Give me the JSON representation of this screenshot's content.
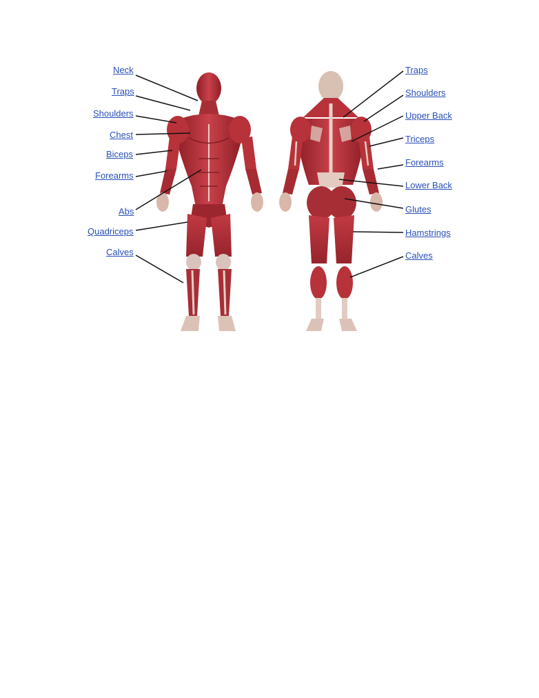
{
  "colors": {
    "link": "#2a4fb8",
    "muscle": "#b8323a",
    "muscle_dark": "#8f1f27",
    "tendon": "#e8cfc6",
    "skin": "#e9d4c4",
    "leader_line": "#111111"
  },
  "front_view": {
    "labels": [
      {
        "id": "neck",
        "text": "Neck"
      },
      {
        "id": "traps",
        "text": "Traps"
      },
      {
        "id": "shoulders",
        "text": "Shoulders"
      },
      {
        "id": "chest",
        "text": "Chest"
      },
      {
        "id": "biceps",
        "text": "Biceps"
      },
      {
        "id": "forearms",
        "text": "Forearms"
      },
      {
        "id": "abs",
        "text": "Abs"
      },
      {
        "id": "quadriceps",
        "text": "Quadriceps"
      },
      {
        "id": "calves",
        "text": "Calves"
      }
    ]
  },
  "back_view": {
    "labels": [
      {
        "id": "traps",
        "text": "Traps"
      },
      {
        "id": "shoulders",
        "text": "Shoulders"
      },
      {
        "id": "upper-back",
        "text": "Upper Back"
      },
      {
        "id": "triceps",
        "text": "Triceps"
      },
      {
        "id": "forearms",
        "text": "Forearms"
      },
      {
        "id": "lower-back",
        "text": "Lower Back"
      },
      {
        "id": "glutes",
        "text": "Glutes"
      },
      {
        "id": "hamstrings",
        "text": "Hamstrings"
      },
      {
        "id": "calves",
        "text": "Calves"
      }
    ]
  }
}
